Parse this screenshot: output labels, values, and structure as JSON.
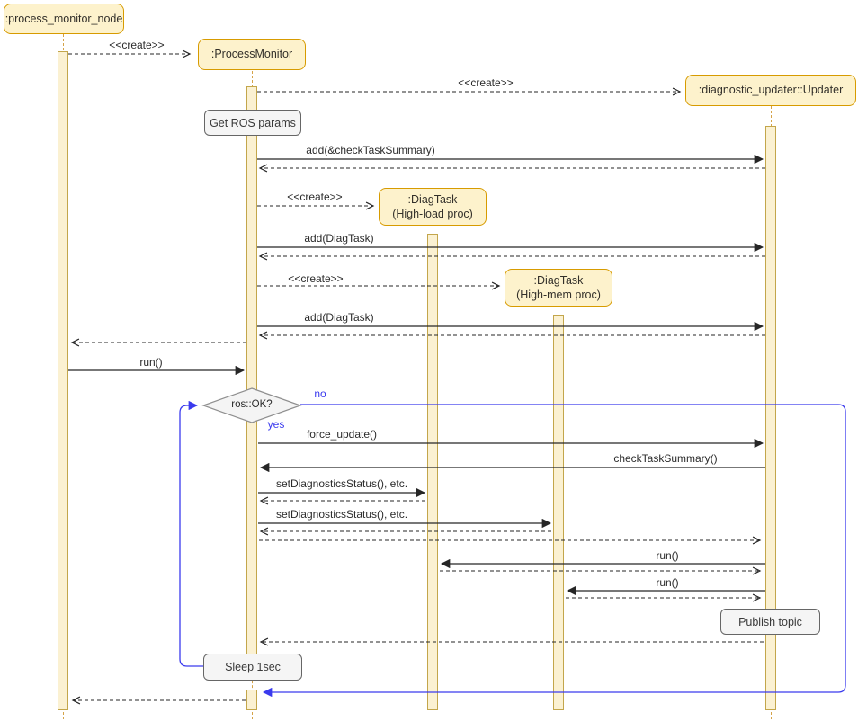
{
  "participants": {
    "node": {
      "label": ":process_monitor_node"
    },
    "monitor": {
      "label": ":ProcessMonitor"
    },
    "updater": {
      "label": ":diagnostic_updater::Updater"
    },
    "diag_load": {
      "label": ":DiagTask",
      "sublabel": "(High-load proc)"
    },
    "diag_mem": {
      "label": ":DiagTask",
      "sublabel": "(High-mem proc)"
    }
  },
  "notes": {
    "get_ros_params": "Get ROS params",
    "publish_topic": "Publish topic",
    "sleep": "Sleep 1sec"
  },
  "decision": {
    "label": "ros::OK?",
    "yes": "yes",
    "no": "no"
  },
  "messages": {
    "create": "<<create>>",
    "add_check_task_summary": "add(&checkTaskSummary)",
    "add_diag_task": "add(DiagTask)",
    "run": "run()",
    "force_update": "force_update()",
    "check_task_summary": "checkTaskSummary()",
    "set_diagnostics_status": "setDiagnosticsStatus(), etc."
  },
  "colors": {
    "participant_fill": "#FDF2CC",
    "participant_border": "#D79B00",
    "activation_fill": "#FBF1D2",
    "activation_border": "#C3A64B",
    "note_fill": "#F5F5F5",
    "note_border": "#666666",
    "loop_blue": "#3A3AEE",
    "message_black": "#262626"
  }
}
